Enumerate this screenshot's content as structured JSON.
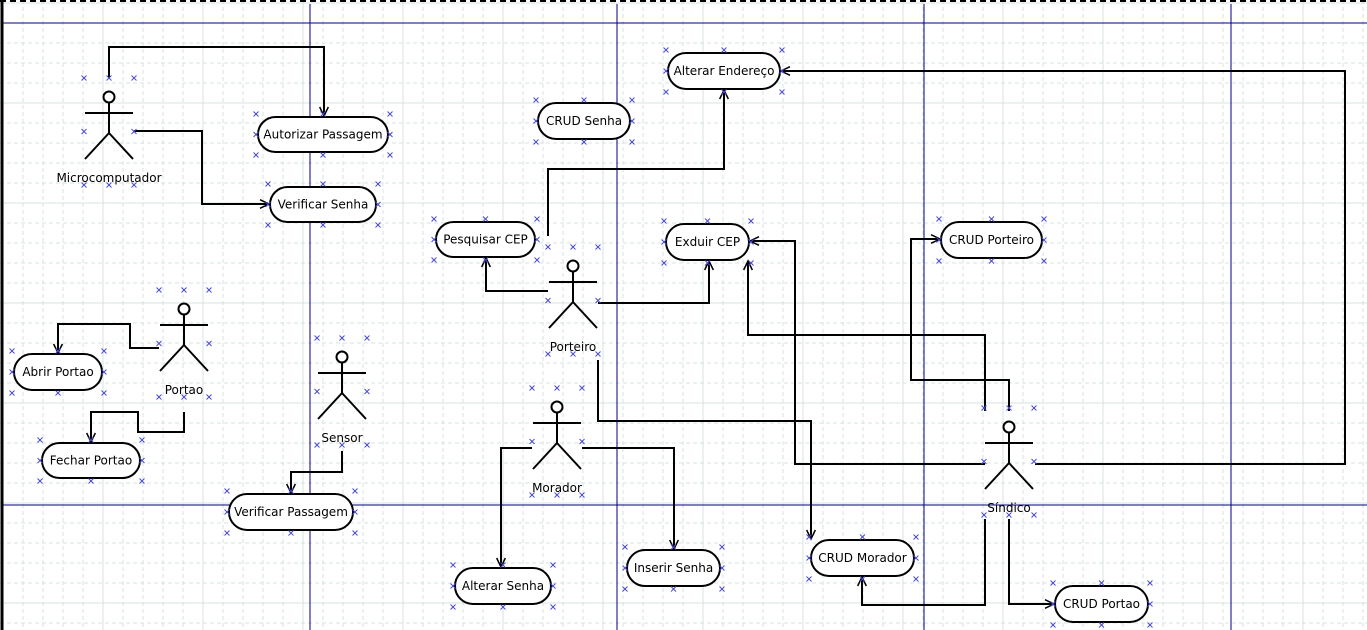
{
  "diagram": {
    "type": "uml-use-case",
    "colors": {
      "background": "#ffffff",
      "grid_minor": "#d4e3e0",
      "grid_major": "#d4e3e0",
      "page_boundary": "#000080",
      "stroke": "#000000",
      "handle": "#4a4ad0"
    },
    "actors": [
      {
        "id": "microcomputador",
        "label": "Microcomputador"
      },
      {
        "id": "portao",
        "label": "Portao"
      },
      {
        "id": "sensor",
        "label": "Sensor"
      },
      {
        "id": "porteiro",
        "label": "Porteiro"
      },
      {
        "id": "morador",
        "label": "Morador"
      },
      {
        "id": "sindico",
        "label": "Síndico"
      }
    ],
    "use_cases": [
      {
        "id": "autorizar-passagem",
        "label": "Autorizar Passagem"
      },
      {
        "id": "verificar-senha",
        "label": "Verificar Senha"
      },
      {
        "id": "abrir-portao",
        "label": "Abrir Portao"
      },
      {
        "id": "fechar-portao",
        "label": "Fechar Portao"
      },
      {
        "id": "verificar-passagem",
        "label": "Verificar Passagem"
      },
      {
        "id": "alterar-endereco",
        "label": "Alterar Endereço"
      },
      {
        "id": "crud-senha",
        "label": "CRUD Senha"
      },
      {
        "id": "pesquisar-cep",
        "label": "Pesquisar CEP"
      },
      {
        "id": "excluir-cep",
        "label": "Exduir CEP"
      },
      {
        "id": "crud-porteiro",
        "label": "CRUD Porteiro"
      },
      {
        "id": "alterar-senha",
        "label": "Alterar Senha"
      },
      {
        "id": "inserir-senha",
        "label": "Inserir Senha"
      },
      {
        "id": "crud-morador",
        "label": "CRUD Morador"
      },
      {
        "id": "crud-portao",
        "label": "CRUD Portao"
      }
    ],
    "associations": [
      {
        "from": "microcomputador",
        "to": "autorizar-passagem"
      },
      {
        "from": "microcomputador",
        "to": "verificar-senha"
      },
      {
        "from": "portao",
        "to": "abrir-portao"
      },
      {
        "from": "portao",
        "to": "fechar-portao"
      },
      {
        "from": "sensor",
        "to": "verificar-passagem"
      },
      {
        "from": "porteiro",
        "to": "pesquisar-cep"
      },
      {
        "from": "porteiro",
        "to": "alterar-endereco"
      },
      {
        "from": "porteiro",
        "to": "excluir-cep"
      },
      {
        "from": "porteiro",
        "to": "crud-morador"
      },
      {
        "from": "morador",
        "to": "alterar-senha"
      },
      {
        "from": "morador",
        "to": "inserir-senha"
      },
      {
        "from": "sindico",
        "to": "alterar-endereco"
      },
      {
        "from": "sindico",
        "to": "excluir-cep"
      },
      {
        "from": "sindico",
        "to": "crud-porteiro"
      },
      {
        "from": "sindico",
        "to": "crud-morador"
      },
      {
        "from": "sindico",
        "to": "crud-portao"
      }
    ]
  }
}
